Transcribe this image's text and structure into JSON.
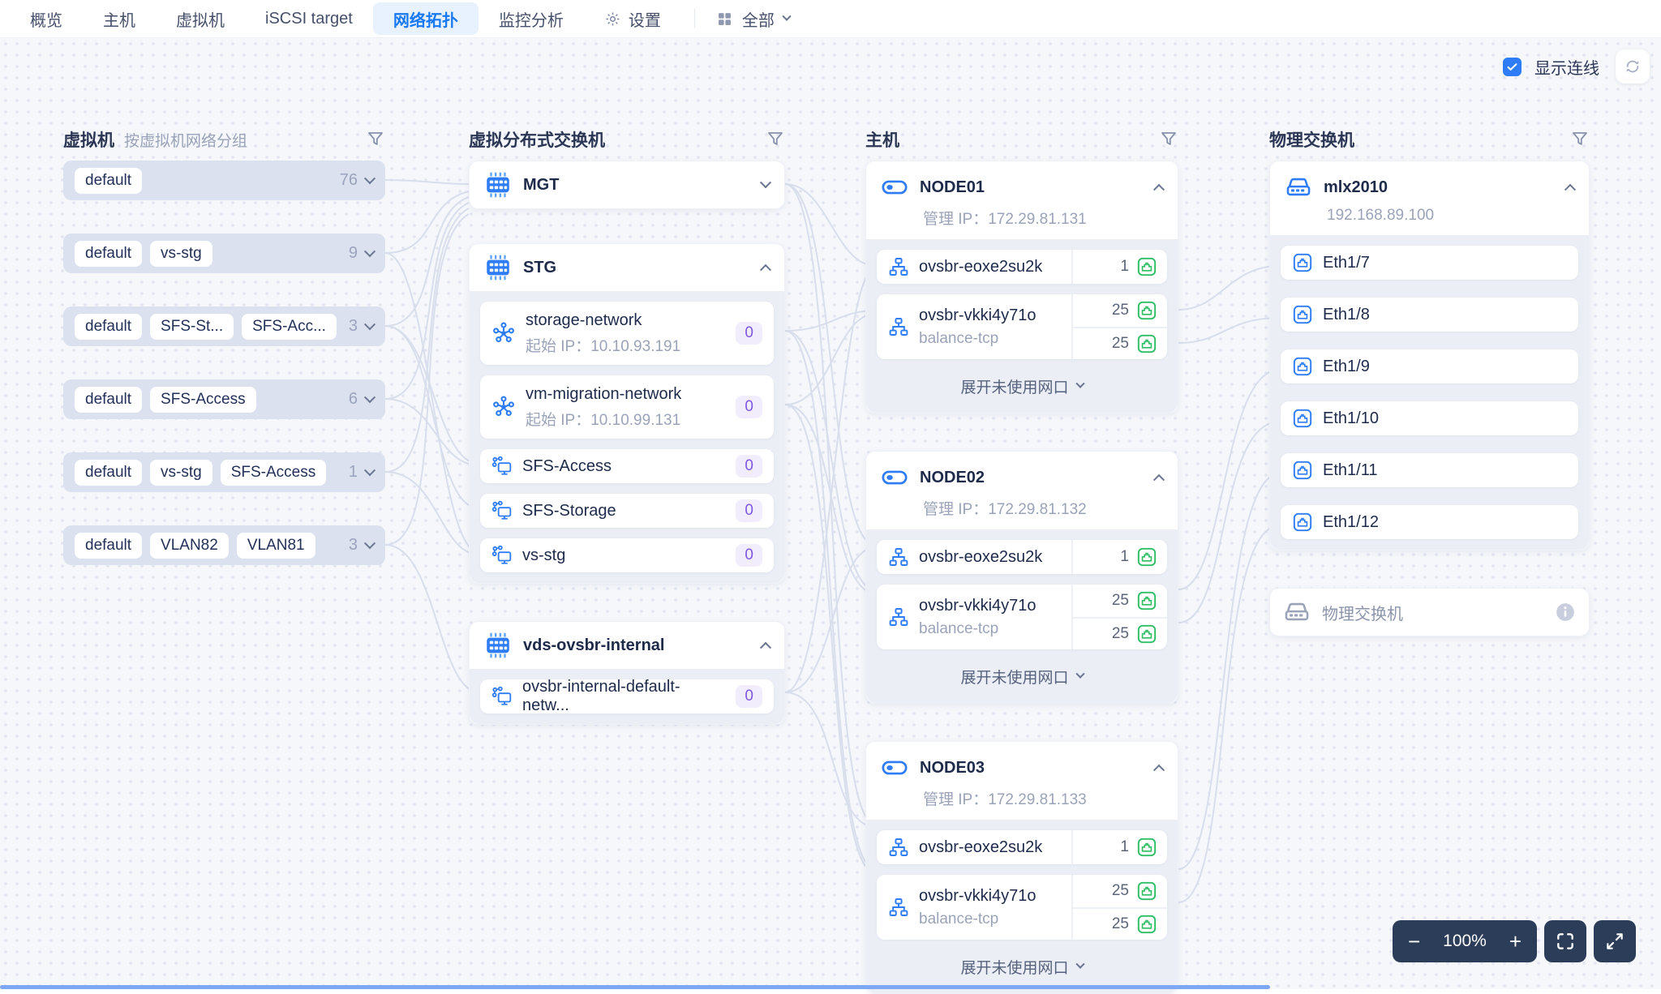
{
  "nav": {
    "tabs": [
      "概览",
      "主机",
      "虚拟机",
      "iSCSI target",
      "网络拓扑",
      "监控分析",
      "设置"
    ],
    "active_tab": "网络拓扑",
    "scope_label": "全部"
  },
  "canvas": {
    "show_lines_label": "显示连线",
    "show_lines_checked": true
  },
  "vm_column": {
    "title": "虚拟机",
    "subtitle": "按虚拟机网络分组",
    "groups": [
      {
        "tags": [
          "default"
        ],
        "count": "76"
      },
      {
        "tags": [
          "default",
          "vs-stg"
        ],
        "count": "9"
      },
      {
        "tags": [
          "default",
          "SFS-St...",
          "SFS-Acc..."
        ],
        "count": "3"
      },
      {
        "tags": [
          "default",
          "SFS-Access"
        ],
        "count": "6"
      },
      {
        "tags": [
          "default",
          "vs-stg",
          "SFS-Access"
        ],
        "count": "1"
      },
      {
        "tags": [
          "default",
          "VLAN82",
          "VLAN81"
        ],
        "count": "3"
      }
    ]
  },
  "vds_column": {
    "title": "虚拟分布式交换机",
    "switches": [
      {
        "name": "MGT",
        "expanded": false
      },
      {
        "name": "STG",
        "expanded": true,
        "portgroups": [
          {
            "name": "storage-network",
            "ip_label": "起始 IP：",
            "ip": "10.10.93.191",
            "count": "0"
          },
          {
            "name": "vm-migration-network",
            "ip_label": "起始 IP：",
            "ip": "10.10.99.131",
            "count": "0"
          },
          {
            "name": "SFS-Access",
            "count": "0"
          },
          {
            "name": "SFS-Storage",
            "count": "0"
          },
          {
            "name": "vs-stg",
            "count": "0"
          }
        ]
      },
      {
        "name": "vds-ovsbr-internal",
        "expanded": true,
        "portgroups": [
          {
            "name": "ovsbr-internal-default-netw...",
            "count": "0"
          }
        ]
      }
    ]
  },
  "hosts_column": {
    "title": "主机",
    "mgmt_ip_label": "管理 IP：",
    "expand_label": "展开未使用网口",
    "nodes": [
      {
        "name": "NODE01",
        "ip": "172.29.81.131",
        "bridges": [
          {
            "name": "ovsbr-eoxe2su2k",
            "ports": [
              "1"
            ]
          },
          {
            "name": "ovsbr-vkki4y71o",
            "mode": "balance-tcp",
            "ports": [
              "25",
              "25"
            ]
          }
        ]
      },
      {
        "name": "NODE02",
        "ip": "172.29.81.132",
        "bridges": [
          {
            "name": "ovsbr-eoxe2su2k",
            "ports": [
              "1"
            ]
          },
          {
            "name": "ovsbr-vkki4y71o",
            "mode": "balance-tcp",
            "ports": [
              "25",
              "25"
            ]
          }
        ]
      },
      {
        "name": "NODE03",
        "ip": "172.29.81.133",
        "bridges": [
          {
            "name": "ovsbr-eoxe2su2k",
            "ports": [
              "1"
            ]
          },
          {
            "name": "ovsbr-vkki4y71o",
            "mode": "balance-tcp",
            "ports": [
              "25",
              "25"
            ]
          }
        ]
      }
    ]
  },
  "physical_column": {
    "title": "物理交换机",
    "switches": [
      {
        "name": "mlx2010",
        "ip": "192.168.89.100",
        "ports": [
          "Eth1/7",
          "Eth1/8",
          "Eth1/9",
          "Eth1/10",
          "Eth1/11",
          "Eth1/12"
        ]
      }
    ],
    "placeholder_label": "物理交换机"
  },
  "zoom_toolbar": {
    "minus": "−",
    "level": "100%",
    "plus": "+"
  },
  "colors": {
    "accent_blue": "#1779f3",
    "icon_blue": "#2f7df6",
    "port_green": "#2fbe66",
    "badge_purple": "#7e57e0",
    "toolbar_navy": "#2c3d59"
  }
}
